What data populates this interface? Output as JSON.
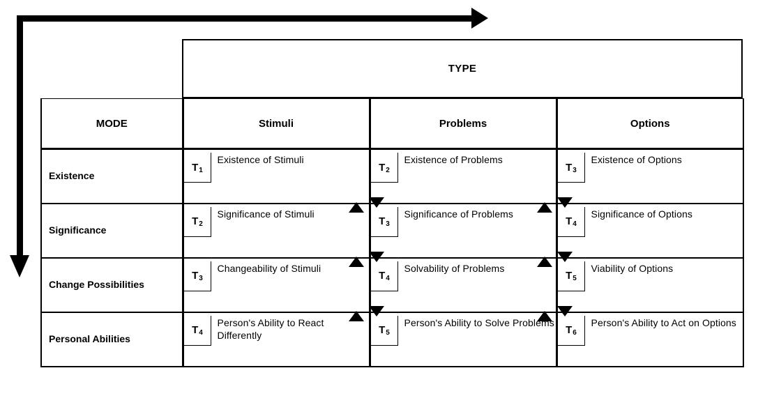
{
  "diagram": {
    "title_banner": "TYPE",
    "mode_header": "MODE",
    "axes": {
      "horizontal_arrow": "type-axis-arrow",
      "vertical_arrow": "mode-axis-arrow"
    },
    "type_columns": [
      "Stimuli",
      "Problems",
      "Options"
    ],
    "mode_rows": [
      "Existence",
      "Significance",
      "Change Possibilities",
      "Personal Abilities"
    ],
    "cells": [
      [
        {
          "tag": "T",
          "index": "1",
          "text": "Existence of Stimuli"
        },
        {
          "tag": "T",
          "index": "2",
          "text": "Existence of Problems"
        },
        {
          "tag": "T",
          "index": "3",
          "text": "Existence of Options"
        }
      ],
      [
        {
          "tag": "T",
          "index": "2",
          "text": "Significance of Stimuli"
        },
        {
          "tag": "T",
          "index": "3",
          "text": "Significance of Problems"
        },
        {
          "tag": "T",
          "index": "4",
          "text": "Significance of Options"
        }
      ],
      [
        {
          "tag": "T",
          "index": "3",
          "text": "Changeability of Stimuli"
        },
        {
          "tag": "T",
          "index": "4",
          "text": "Solvability of Problems"
        },
        {
          "tag": "T",
          "index": "5",
          "text": "Viability of Options"
        }
      ],
      [
        {
          "tag": "T",
          "index": "4",
          "text": "Person's Ability to React Differently"
        },
        {
          "tag": "T",
          "index": "5",
          "text": "Person's Ability to Solve Problems"
        },
        {
          "tag": "T",
          "index": "6",
          "text": "Person's Ability to Act on Options"
        }
      ]
    ],
    "colors": {
      "line": "#000000",
      "background": "#ffffff",
      "text": "#000000"
    }
  }
}
